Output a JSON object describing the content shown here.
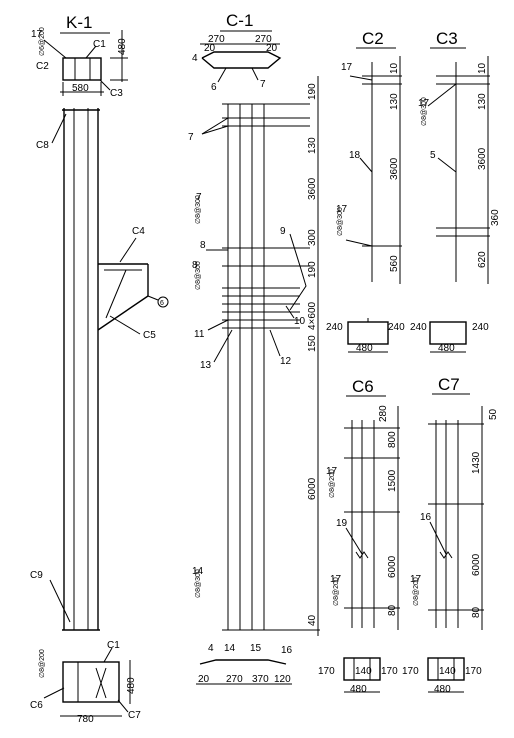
{
  "titles": {
    "k1": "K-1",
    "c1": "C-1",
    "c2": "C2",
    "c3": "C3",
    "c6": "C6",
    "c7": "C7"
  },
  "k1": {
    "top_tags": [
      "17",
      "C1",
      "C2",
      "C3",
      "C8"
    ],
    "top_small": "∅6@200",
    "top_dims": [
      "480",
      "580"
    ],
    "mid_tags": [
      "C4",
      "C5",
      "C9"
    ],
    "circle_tag": "6",
    "bottom_tags": [
      "C1",
      "C6",
      "C7"
    ],
    "bottom_small": "∅8@200",
    "bottom_dims": [
      "480",
      "780"
    ]
  },
  "c1": {
    "top_dims": [
      "270",
      "270",
      "20",
      "20"
    ],
    "top_tags": [
      "4",
      "6",
      "7",
      "7"
    ],
    "side_dims": [
      "190",
      "130",
      "3600",
      "300",
      "190",
      "150",
      "4×600",
      "6000",
      "40"
    ],
    "tags": [
      "7",
      "8",
      "8",
      "9",
      "10",
      "11",
      "12",
      "13",
      "14"
    ],
    "small": [
      "∅8@300",
      "∅8@300",
      "∅8@300"
    ],
    "bottom_tags": [
      "4",
      "14",
      "15",
      "16"
    ],
    "bottom_dims": [
      "20",
      "270",
      "370",
      "120"
    ]
  },
  "c2": {
    "tags": [
      "17",
      "18",
      "17"
    ],
    "small": "∅8@300",
    "dims": [
      "10",
      "130",
      "3600",
      "560"
    ],
    "sec_dims": [
      "240",
      "240",
      "480"
    ]
  },
  "c3": {
    "tags": [
      "17",
      "5"
    ],
    "small": "∅8@300",
    "dims": [
      "10",
      "130",
      "3600",
      "360",
      "620"
    ],
    "sec_dims": [
      "240",
      "240",
      "480"
    ]
  },
  "c6": {
    "tags": [
      "17",
      "19",
      "17"
    ],
    "small": [
      "∅8@200",
      "∅8@200"
    ],
    "dims": [
      "280",
      "800",
      "1500",
      "6000",
      "80"
    ],
    "sec_dims": [
      "170",
      "140",
      "170",
      "480"
    ]
  },
  "c7": {
    "tags": [
      "16",
      "17"
    ],
    "small": "∅8@200",
    "dims": [
      "50",
      "1430",
      "6000",
      "80"
    ],
    "sec_dims": [
      "170",
      "140",
      "170",
      "480"
    ]
  }
}
